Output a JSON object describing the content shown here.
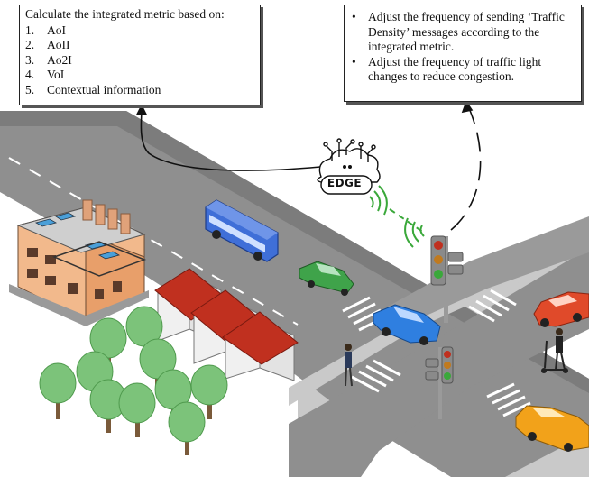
{
  "left_callout": {
    "title": "Calculate the integrated metric based on:",
    "items": [
      {
        "num": "1.",
        "label": "AoI"
      },
      {
        "num": "2.",
        "label": "AoII"
      },
      {
        "num": "3.",
        "label": "Ao2I"
      },
      {
        "num": "4.",
        "label": "VoI"
      },
      {
        "num": "5.",
        "label": "Contextual information"
      }
    ]
  },
  "right_callout": {
    "bullet": "•",
    "items": [
      "Adjust the frequency of sending ‘Traffic Density’ messages according to the integrated metric.",
      "Adjust the frequency of traffic light changes to reduce congestion."
    ]
  },
  "edge": {
    "label": "EDGE"
  },
  "colors": {
    "road": "#8e8e8e",
    "road_dark": "#7a7a7a",
    "sidewalk": "#c9c9c9",
    "bus": "#3f6fd8",
    "car_green": "#3fa34a",
    "car_blue": "#2f7fe0",
    "car_red": "#e04a2a",
    "car_orange": "#f2a21a",
    "signal_green": "#3aa83a",
    "roof_red": "#c0301f",
    "tree": "#7cc37a"
  }
}
